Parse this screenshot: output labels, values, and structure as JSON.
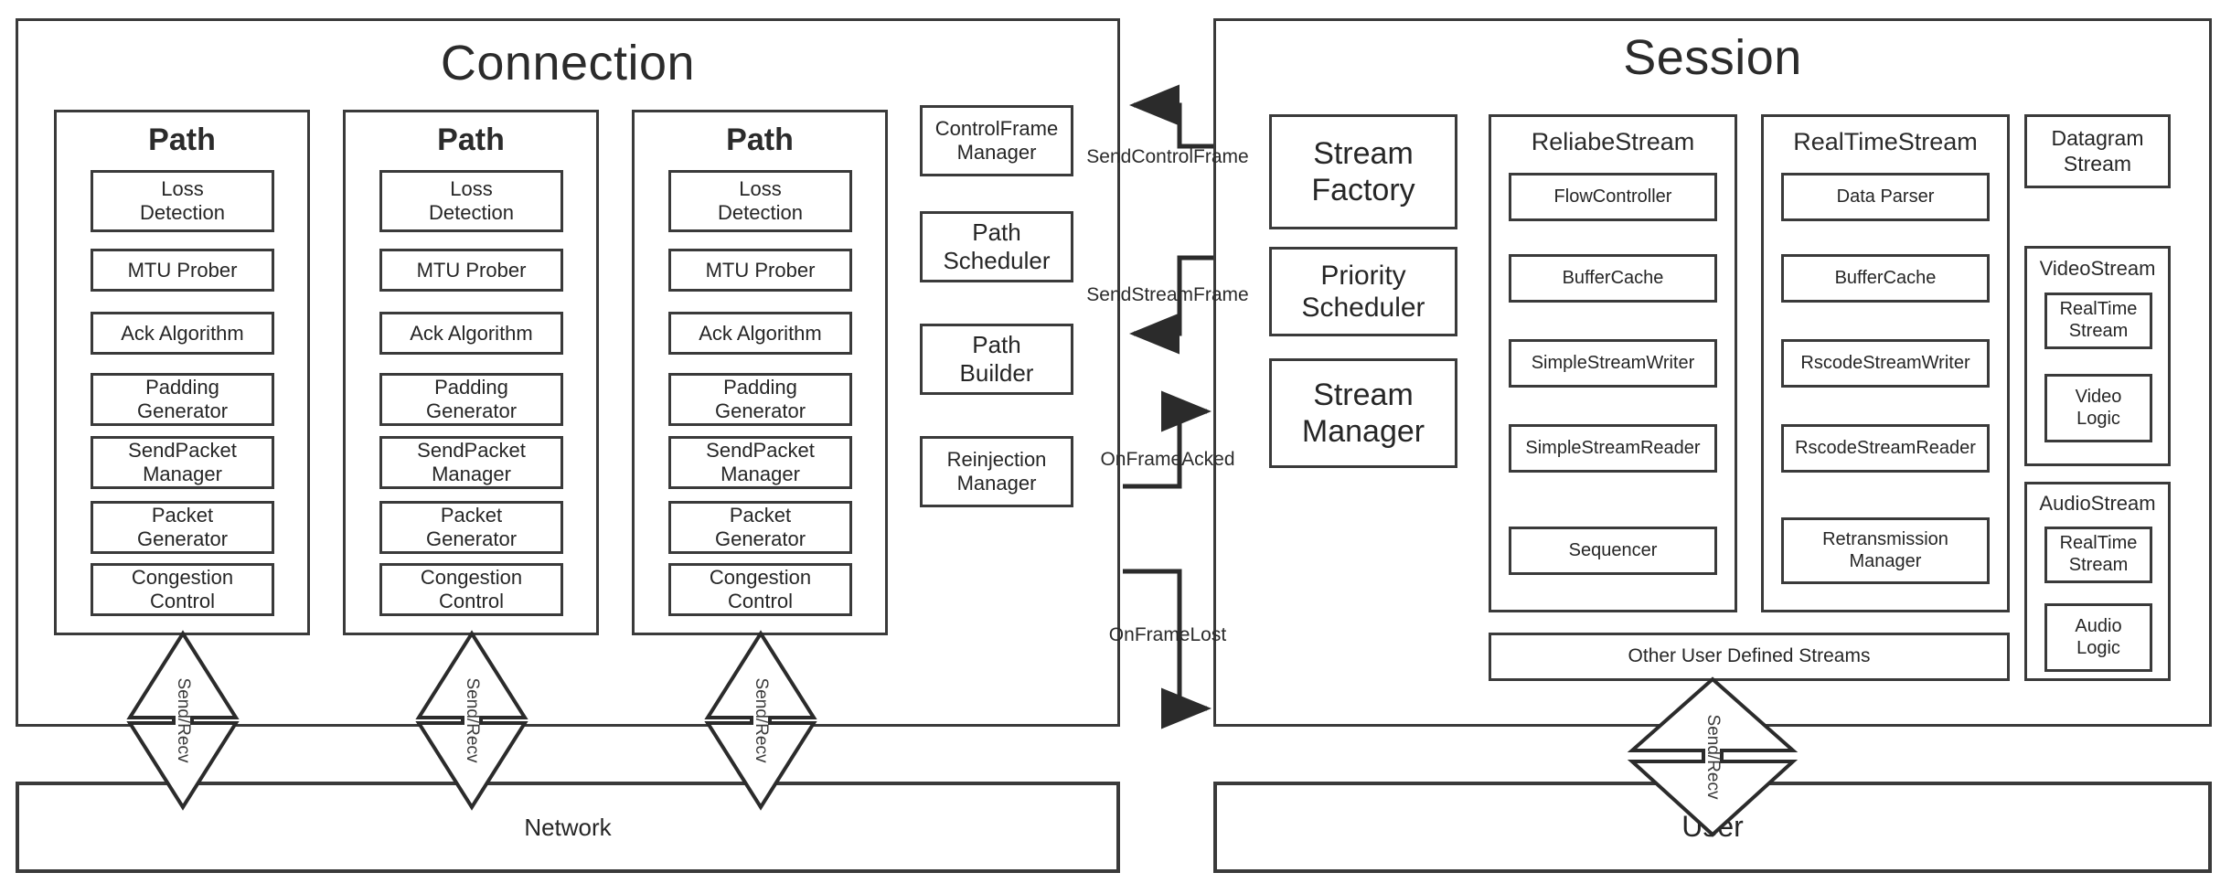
{
  "diagram": {
    "title_connection": "Connection",
    "title_session": "Session",
    "label_network": "Network",
    "label_user": "User",
    "sendrecv_label": "Send/Recv",
    "stroke_color": "#3a3a3a",
    "text_color": "#2b2b2b",
    "background": "#ffffff"
  },
  "connection": {
    "title": "Connection",
    "paths": [
      {
        "title": "Path",
        "components": [
          "Loss\nDetection",
          "MTU Prober",
          "Ack Algorithm",
          "Padding\nGenerator",
          "SendPacket\nManager",
          "Packet\nGenerator",
          "Congestion\nControl"
        ]
      },
      {
        "title": "Path",
        "components": [
          "Loss\nDetection",
          "MTU Prober",
          "Ack Algorithm",
          "Padding\nGenerator",
          "SendPacket\nManager",
          "Packet\nGenerator",
          "Congestion\nControl"
        ]
      },
      {
        "title": "Path",
        "components": [
          "Loss\nDetection",
          "MTU Prober",
          "Ack Algorithm",
          "Padding\nGenerator",
          "SendPacket\nManager",
          "Packet\nGenerator",
          "Congestion\nControl"
        ]
      }
    ],
    "managers": [
      "ControlFrame\nManager",
      "Path\nScheduler",
      "Path\nBuilder",
      "Reinjection\nManager"
    ]
  },
  "flows": [
    {
      "label": "SendControlFrame",
      "direction": "session-to-connection"
    },
    {
      "label": "SendStreamFrame",
      "direction": "session-to-connection"
    },
    {
      "label": "OnFrameAcked",
      "direction": "connection-to-session"
    },
    {
      "label": "OnFrameLost",
      "direction": "connection-to-session"
    }
  ],
  "session": {
    "title": "Session",
    "core_components": [
      "Stream\nFactory",
      "Priority\nScheduler",
      "Stream\nManager"
    ],
    "stream_groups": [
      {
        "title": "ReliabeStream",
        "components": [
          "FlowController",
          "BufferCache",
          "SimpleStreamWriter",
          "SimpleStreamReader",
          "Sequencer"
        ]
      },
      {
        "title": "RealTimeStream",
        "components": [
          "Data Parser",
          "BufferCache",
          "RscodeStreamWriter",
          "RscodeStreamReader",
          "Retransmission\nManager"
        ]
      }
    ],
    "other_streams": "Other User Defined Streams",
    "right_column": {
      "datagram": "Datagram\nStream",
      "video": {
        "title": "VideoStream",
        "components": [
          "RealTime\nStream",
          "Video\nLogic"
        ]
      },
      "audio": {
        "title": "AudioStream",
        "components": [
          "RealTime\nStream",
          "Audio\nLogic"
        ]
      }
    }
  },
  "bottom": {
    "network": "Network",
    "user": "User"
  }
}
